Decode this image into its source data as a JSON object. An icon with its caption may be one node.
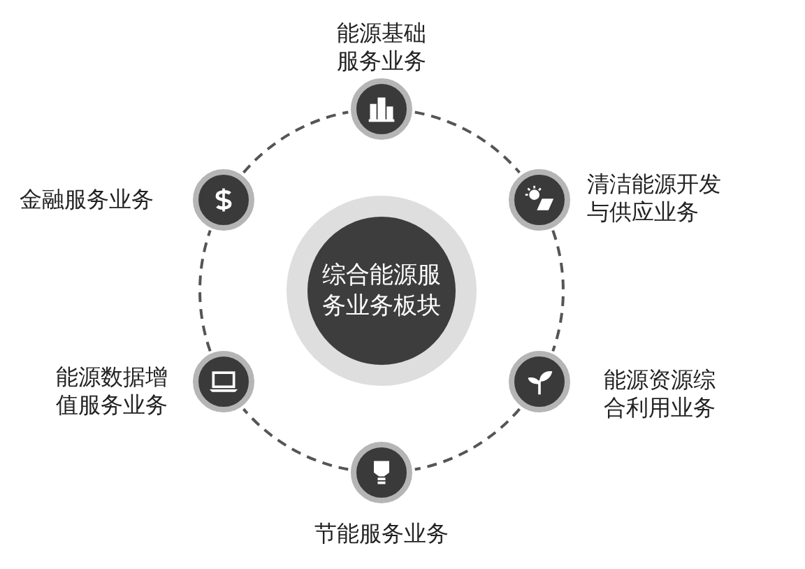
{
  "diagram": {
    "nodes": [
      {
        "text": [
          "综合能源服务业务板块"
        ]
      },
      {
        "text": [
          "能源基础服务业务"
        ]
      },
      {
        "text": [
          "清洁能源开发与供应业务"
        ]
      },
      {
        "text": [
          "能源资源综合利用业务"
        ]
      },
      {
        "text": [
          "节能服务业务"
        ]
      },
      {
        "text": [
          "能源数据增值服务业务"
        ]
      },
      {
        "text": [
          "金融服务业务"
        ]
      }
    ],
    "edges": [
      {
        "from": 1,
        "to": 2,
        "arrow": "none",
        "style": "dashed"
      },
      {
        "from": 2,
        "to": 3,
        "arrow": "none",
        "style": "dashed"
      },
      {
        "from": 3,
        "to": 4,
        "arrow": "none",
        "style": "dashed"
      },
      {
        "from": 4,
        "to": 5,
        "arrow": "none",
        "style": "dashed"
      },
      {
        "from": 5,
        "to": 6,
        "arrow": "none",
        "style": "dashed"
      },
      {
        "from": 6,
        "to": 1,
        "arrow": "none",
        "style": "dashed"
      }
    ]
  }
}
